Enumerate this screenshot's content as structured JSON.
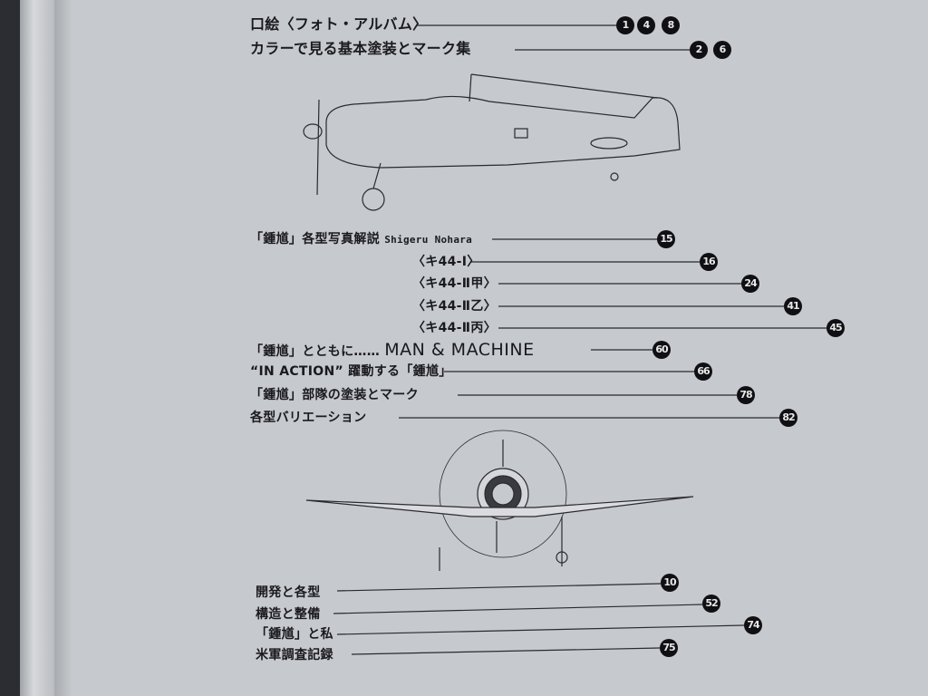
{
  "top": [
    {
      "title": "口絵〈フォト・アルバム〉",
      "pages": [
        "1",
        "4",
        "8"
      ]
    },
    {
      "title": "カラーで見る基本塗装とマーク集",
      "pages": [
        "2",
        "6"
      ]
    }
  ],
  "middle": [
    {
      "title": "「鍾馗」各型写真解説",
      "author": "Shigeru Nohara",
      "page": "15"
    },
    {
      "title": "〈キ44-Ⅰ〉",
      "page": "16"
    },
    {
      "title": "〈キ44-Ⅱ甲〉",
      "page": "24"
    },
    {
      "title": "〈キ44-Ⅱ乙〉",
      "page": "41"
    },
    {
      "title": "〈キ44-Ⅱ丙〉",
      "page": "45"
    },
    {
      "title": "「鍾馗」とともに……",
      "title_en": "MAN & MACHINE",
      "page": "60"
    },
    {
      "title": "“IN ACTION” 躍動する「鍾馗」",
      "page": "66"
    },
    {
      "title": "「鍾馗」部隊の塗装とマーク",
      "page": "78"
    },
    {
      "title": "各型バリエーション",
      "page": "82"
    }
  ],
  "bottom": [
    {
      "title": "開発と各型",
      "page": "10"
    },
    {
      "title": "構造と整備",
      "page": "52"
    },
    {
      "title": "「鍾馗」と私",
      "page": "74"
    },
    {
      "title": "米軍調査記録",
      "page": "75"
    }
  ]
}
